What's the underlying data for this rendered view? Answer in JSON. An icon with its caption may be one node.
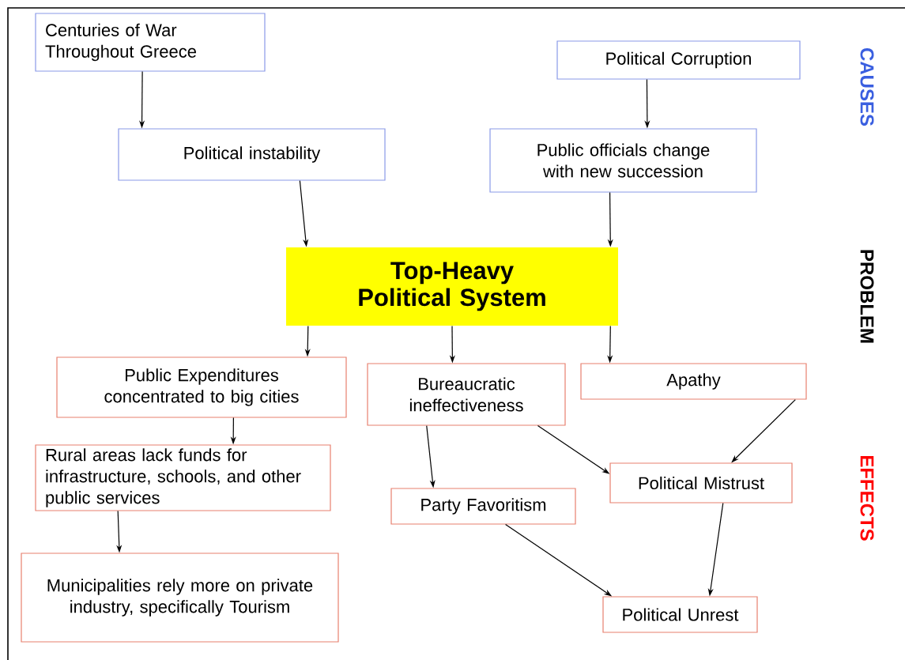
{
  "diagram": {
    "nodes": [
      {
        "text": [
          "Centuries of War Throughout Greece"
        ]
      },
      {
        "text": [
          "Political  instability"
        ]
      },
      {
        "text": [
          "Political Corruption"
        ]
      },
      {
        "text": [
          "Public officials change with new succession"
        ]
      },
      {
        "text": [
          "Top-Heavy Political System"
        ]
      },
      {
        "text": [
          "Public Expenditures concentrated to big cities"
        ]
      },
      {
        "text": [
          "Bureaucratic ineffectiveness"
        ]
      },
      {
        "text": [
          "Apathy"
        ]
      },
      {
        "text": [
          "Rural areas lack funds for infrastructure, schools, and other public services"
        ]
      },
      {
        "text": [
          "Political Mistrust"
        ]
      },
      {
        "text": [
          "Party Favoritism"
        ]
      },
      {
        "text": [
          "Municipalities rely more on private industry, specifically Tourism"
        ]
      },
      {
        "text": [
          "Political Unrest"
        ]
      }
    ],
    "edges": [
      {
        "from": 0,
        "to": 1,
        "arrow": "to"
      },
      {
        "from": 1,
        "to": 4,
        "arrow": "to"
      },
      {
        "from": 2,
        "to": 3,
        "arrow": "to"
      },
      {
        "from": 3,
        "to": 4,
        "arrow": "to"
      },
      {
        "from": 4,
        "to": 5,
        "arrow": "to"
      },
      {
        "from": 4,
        "to": 6,
        "arrow": "to"
      },
      {
        "from": 4,
        "to": 7,
        "arrow": "to"
      },
      {
        "from": 5,
        "to": 8,
        "arrow": "to"
      },
      {
        "from": 8,
        "to": 11,
        "arrow": "to"
      },
      {
        "from": 6,
        "to": 10,
        "arrow": "to"
      },
      {
        "from": 6,
        "to": 9,
        "arrow": "to"
      },
      {
        "from": 7,
        "to": 9,
        "arrow": "to"
      },
      {
        "from": 10,
        "to": 12,
        "arrow": "to"
      },
      {
        "from": 9,
        "to": 12,
        "arrow": "to"
      }
    ],
    "labels": [
      "CAUSES",
      "PROBLEM",
      "EFFECTS"
    ]
  }
}
